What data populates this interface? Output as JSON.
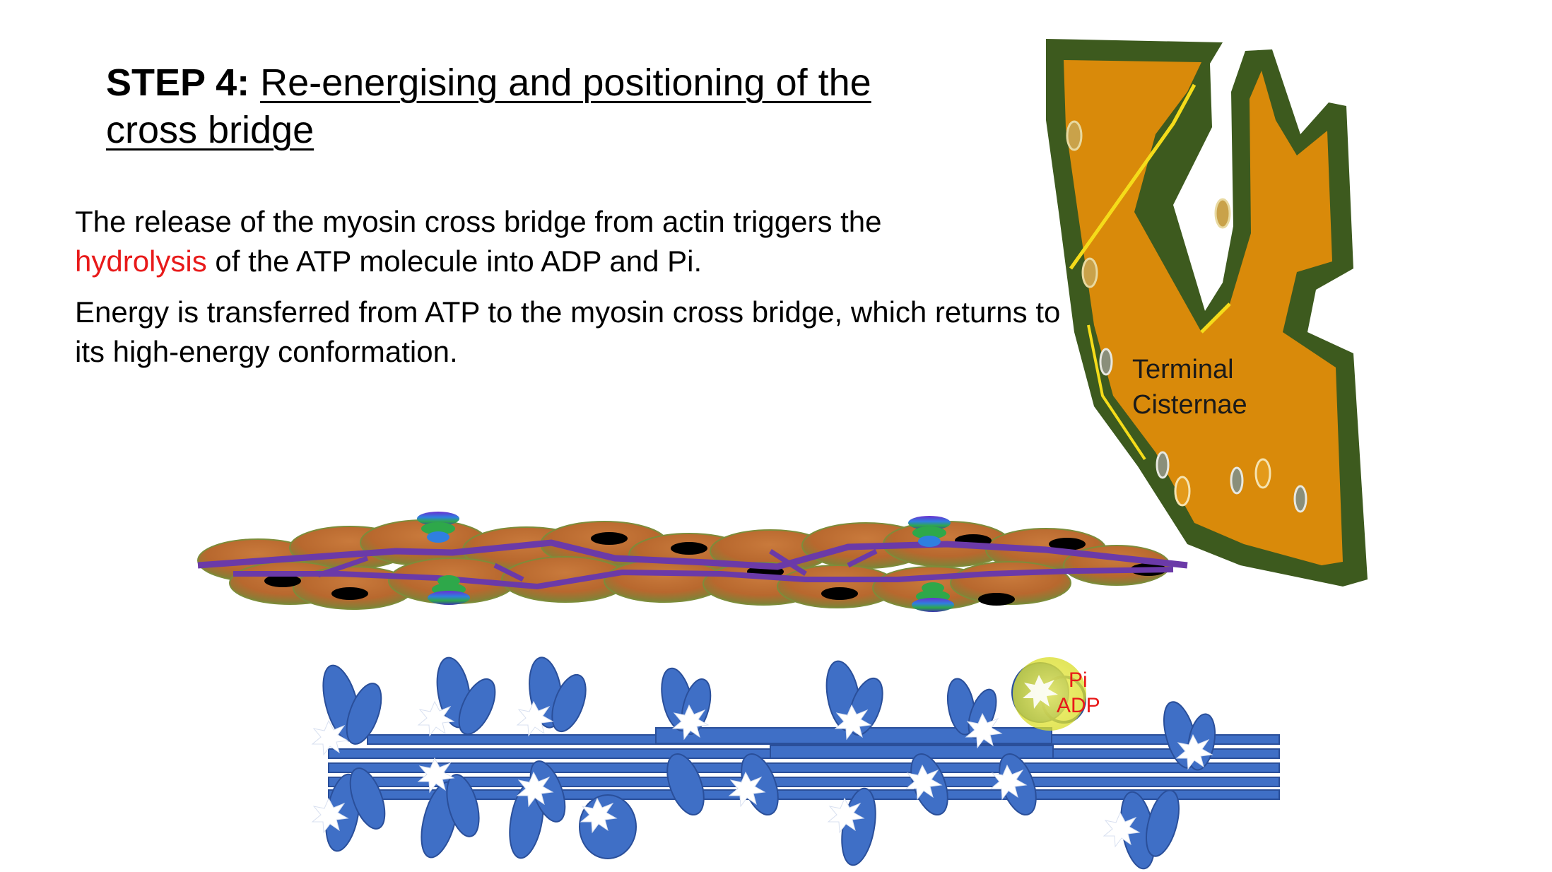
{
  "title": {
    "step": "STEP 4:",
    "subtitle": "Re-energising and positioning of the cross bridge"
  },
  "body": {
    "p1_before": "The release of the myosin cross bridge from actin triggers the",
    "p1_highlight": "hydrolysis",
    "p1_after": " of the ATP molecule  into ADP and Pi.",
    "p2": "Energy is transferred from ATP to the myosin cross bridge, which returns to its high-energy conformation."
  },
  "diagram": {
    "terminal_cisternae_line1": "Terminal",
    "terminal_cisternae_line2": "Cisternae",
    "pi_label": "Pi",
    "adp_label": "ADP"
  },
  "colors": {
    "highlight": "#e81a1a",
    "cisternae_fill": "#d98a0a",
    "cisternae_border": "#3d5a1e",
    "myosin_blue": "#3f6fc6",
    "actin_brown": "#b8682e"
  }
}
